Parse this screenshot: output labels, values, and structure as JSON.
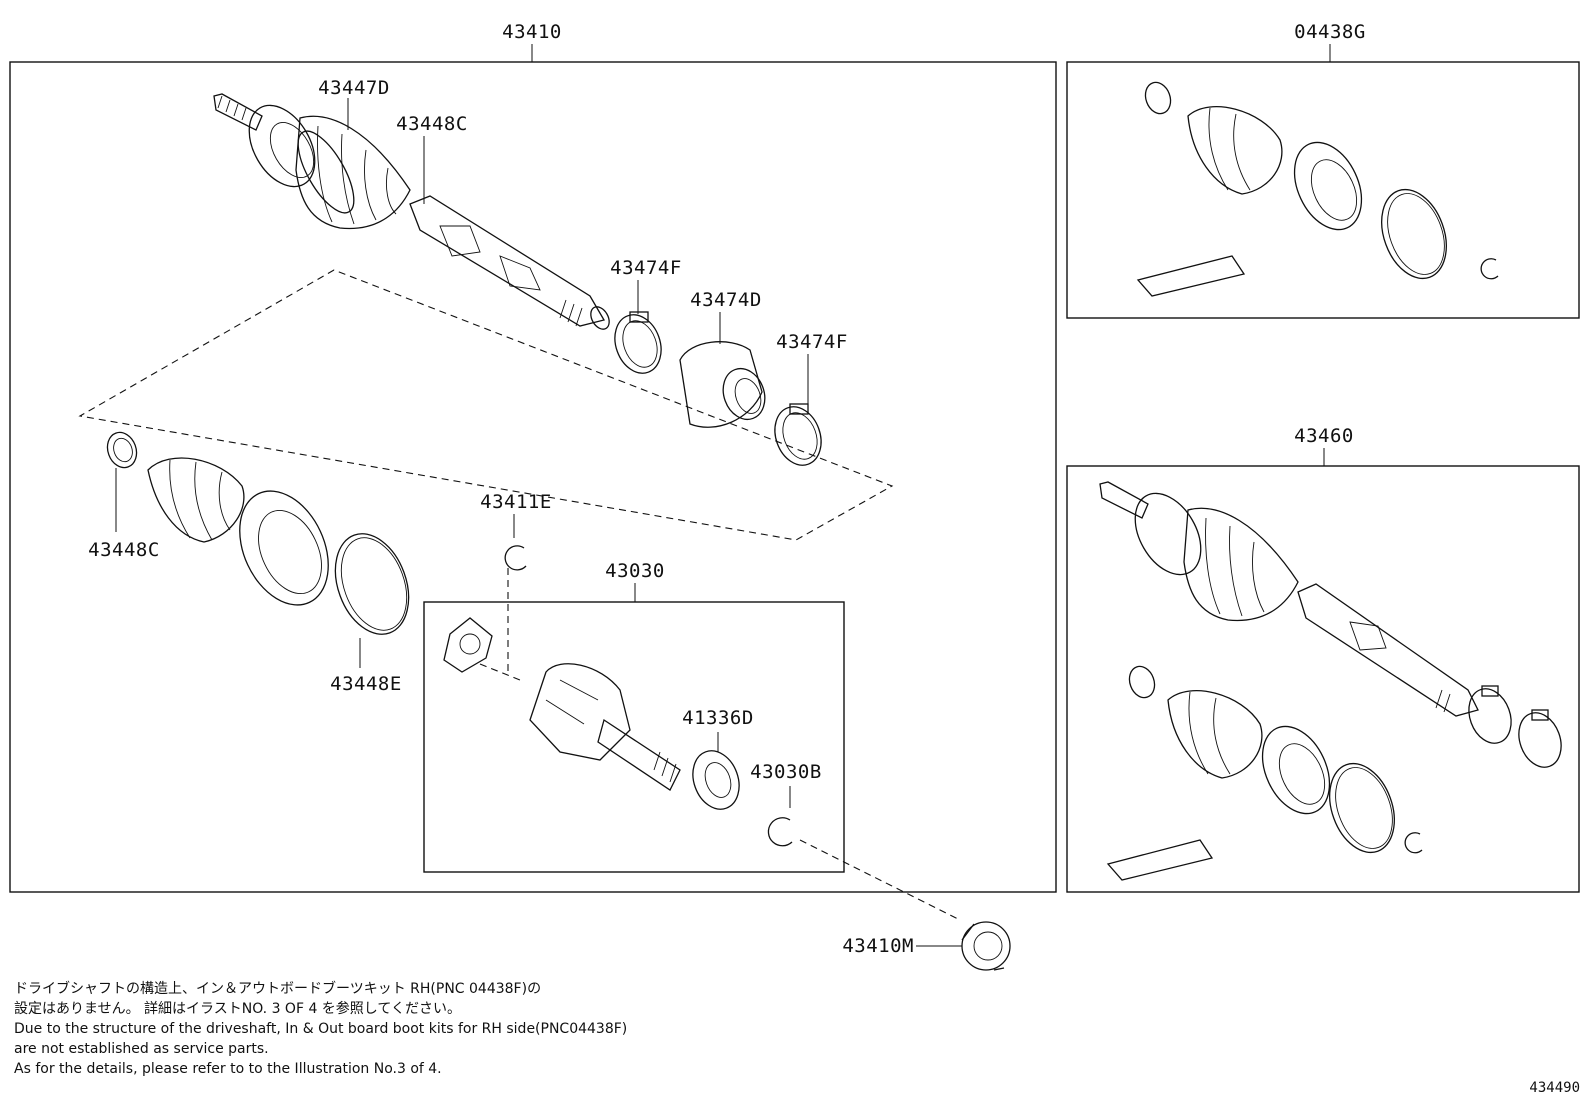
{
  "assemblies": {
    "left_driveshaft": "43410",
    "boot_kit": "04438G",
    "right_driveshaft": "43460",
    "inboard_joint": "43030"
  },
  "parts": {
    "outer_joint_boot": "43447D",
    "boot_clamp_upper": "43448C",
    "boot_clamp_lower": "43448C",
    "boot_clamp_large": "43448E",
    "damper_clamp_a": "43474F",
    "damper": "43474D",
    "damper_clamp_b": "43474F",
    "snap_ring": "43411E",
    "inner_seal": "41336D",
    "inner_snap_ring": "43030B",
    "bearing": "43410M"
  },
  "notes": [
    "ドライブシャフトの構造上、イン＆アウトボードブーツキット  RH(PNC 04438F)の",
    "設定はありません。 詳細はイラストNO. 3 OF 4 を参照してください。",
    "Due to the structure of the driveshaft, In & Out board  boot kits for RH side(PNC04438F)",
    "are not established as service parts.",
    "As for the details, please refer to to the Illustration No.3 of 4."
  ],
  "figure_number": "434490"
}
